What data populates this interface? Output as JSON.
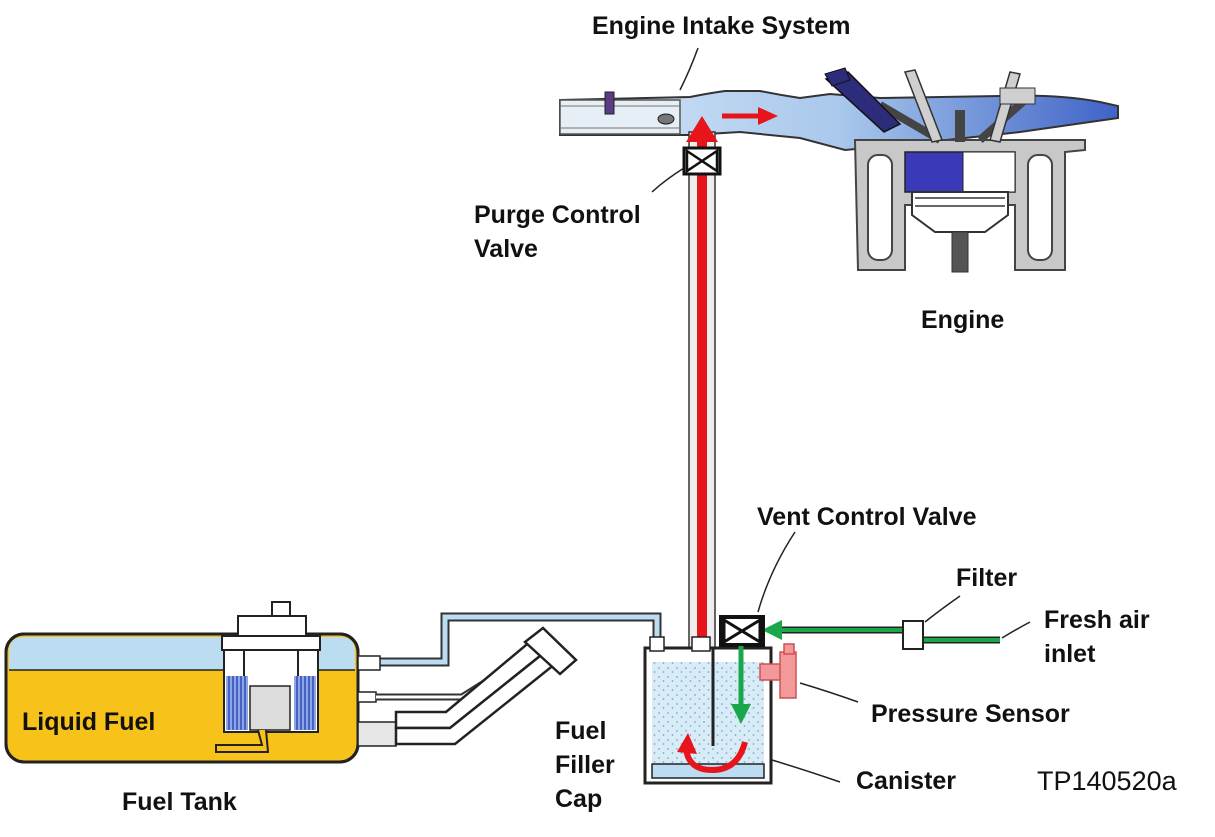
{
  "labels": {
    "engine_intake_system": "Engine Intake System",
    "purge_control_valve_line1": "Purge Control",
    "purge_control_valve_line2": "Valve",
    "engine": "Engine",
    "vent_control_valve": "Vent Control Valve",
    "filter": "Filter",
    "fresh_air_inlet_line1": "Fresh air",
    "fresh_air_inlet_line2": "inlet",
    "pressure_sensor": "Pressure Sensor",
    "canister": "Canister",
    "fuel_filler_cap_line1": "Fuel",
    "fuel_filler_cap_line2": "Filler",
    "fuel_filler_cap_line3": "Cap",
    "liquid_fuel": "Liquid Fuel",
    "fuel_tank": "Fuel Tank",
    "figure_code": "TP140520a"
  },
  "colors": {
    "purge_flow": "#e8141b",
    "fresh_air_flow": "#1aa64a",
    "vapor": "#bcdcf2",
    "liquid_fuel": "#f7c21a",
    "intake_air": "#3f63c7",
    "valve": "#111111",
    "pressure_sensor": "#f29a9a"
  }
}
